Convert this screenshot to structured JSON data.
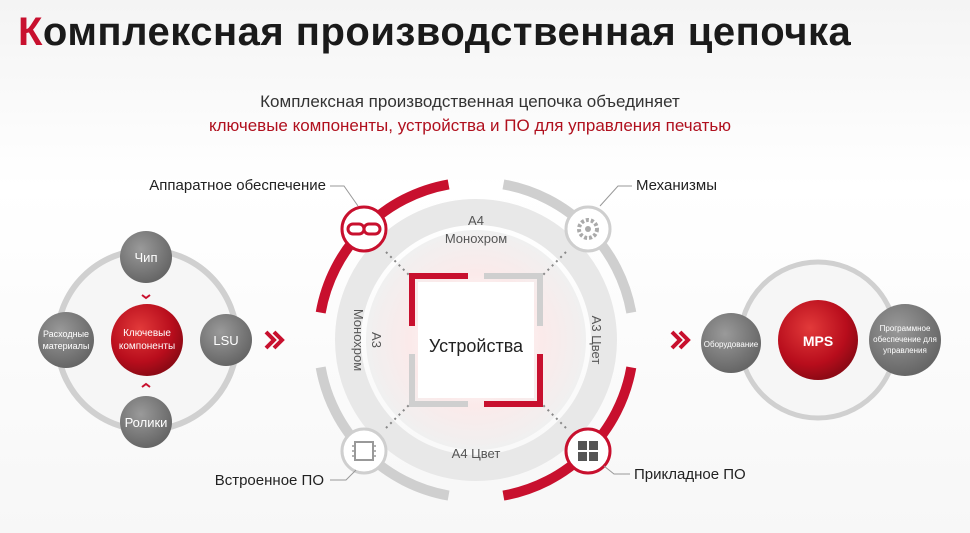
{
  "title": {
    "first_letter": "К",
    "rest": "омплексная производственная цепочка"
  },
  "subtitle": {
    "line1": "Комплексная производственная цепочка объединяет",
    "line2": "ключевые компоненты, устройства и ПО для управления печатью"
  },
  "left_cluster": {
    "center": [
      "Ключевые",
      "компоненты"
    ],
    "top": "Чип",
    "right": "LSU",
    "bottom": "Ролики",
    "left": [
      "Расходные",
      "материалы"
    ]
  },
  "center_ring": {
    "label_hardware": "Аппаратное обеспечение",
    "label_mechanisms": "Механизмы",
    "label_embedded": "Встроенное ПО",
    "label_applied": "Прикладное ПО",
    "segment_top": [
      "A4",
      "Монохром"
    ],
    "segment_right": "A3 Цвет",
    "segment_bottom": "A4 Цвет",
    "segment_left": [
      "A3",
      "Монохром"
    ],
    "core": "Устройства"
  },
  "right_cluster": {
    "center": "MPS",
    "left": "Оборудование",
    "right": [
      "Программное",
      "обеспечение для",
      "управления"
    ]
  },
  "colors": {
    "accent": "#c8102e",
    "grey": "#7a7a7a",
    "ring_grey": "#cfcfcf"
  },
  "icons": [
    "chain-link-icon",
    "gear-icon",
    "chip-icon",
    "windows-icon",
    "chevron-right-icon"
  ]
}
